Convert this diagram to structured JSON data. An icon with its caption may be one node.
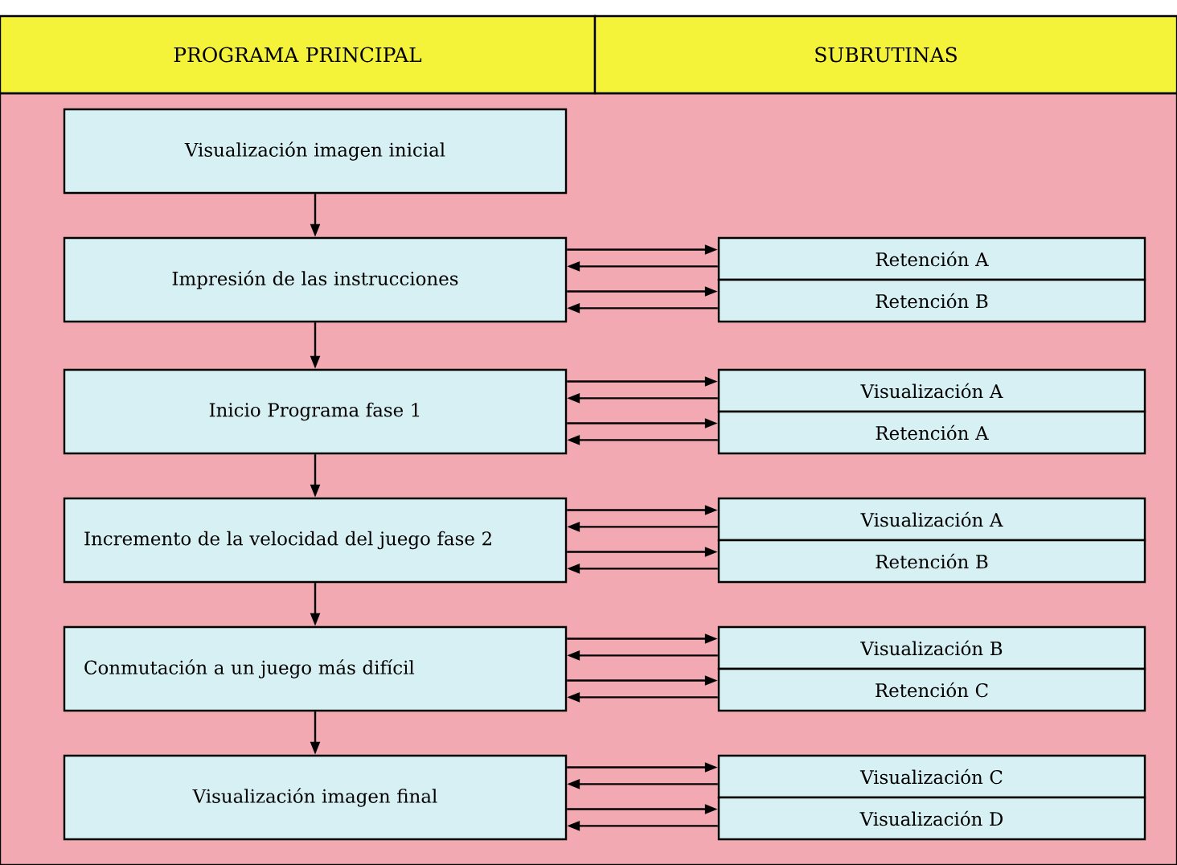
{
  "diagram": {
    "nodes": [
      {
        "text": [
          "PROGRAMA PRINCIPAL"
        ]
      },
      {
        "text": [
          "SUBRUTINAS"
        ]
      },
      {
        "text": [
          "Visualización imagen inicial"
        ]
      },
      {
        "text": [
          "Impresión de las instrucciones"
        ]
      },
      {
        "text": [
          "Inicio Programa fase 1"
        ]
      },
      {
        "text": [
          "Incremento de la velocidad del juego fase 2"
        ]
      },
      {
        "text": [
          "Conmutación a un juego más difícil"
        ]
      },
      {
        "text": [
          "Visualización imagen final"
        ]
      },
      {
        "text": [
          "Retención A"
        ]
      },
      {
        "text": [
          "Retención B"
        ]
      },
      {
        "text": [
          "Visualización A"
        ]
      },
      {
        "text": [
          "Retención A"
        ]
      },
      {
        "text": [
          "Visualización A"
        ]
      },
      {
        "text": [
          "Retención B"
        ]
      },
      {
        "text": [
          "Visualización B"
        ]
      },
      {
        "text": [
          "Retención C"
        ]
      },
      {
        "text": [
          "Visualización C"
        ]
      },
      {
        "text": [
          "Visualización D"
        ]
      }
    ],
    "edges": [
      {
        "from": 2,
        "to": 3,
        "arrow": "to"
      },
      {
        "from": 3,
        "to": 4,
        "arrow": "to"
      },
      {
        "from": 4,
        "to": 5,
        "arrow": "to"
      },
      {
        "from": 5,
        "to": 6,
        "arrow": "to"
      },
      {
        "from": 6,
        "to": 7,
        "arrow": "to"
      },
      {
        "from": 3,
        "to": 8,
        "arrow": "to"
      },
      {
        "from": 8,
        "to": 3,
        "arrow": "to"
      },
      {
        "from": 3,
        "to": 9,
        "arrow": "to"
      },
      {
        "from": 9,
        "to": 3,
        "arrow": "to"
      },
      {
        "from": 4,
        "to": 10,
        "arrow": "to"
      },
      {
        "from": 10,
        "to": 4,
        "arrow": "to"
      },
      {
        "from": 4,
        "to": 11,
        "arrow": "to"
      },
      {
        "from": 11,
        "to": 4,
        "arrow": "to"
      },
      {
        "from": 5,
        "to": 12,
        "arrow": "to"
      },
      {
        "from": 12,
        "to": 5,
        "arrow": "to"
      },
      {
        "from": 5,
        "to": 13,
        "arrow": "to"
      },
      {
        "from": 13,
        "to": 5,
        "arrow": "to"
      },
      {
        "from": 6,
        "to": 14,
        "arrow": "to"
      },
      {
        "from": 14,
        "to": 6,
        "arrow": "to"
      },
      {
        "from": 6,
        "to": 15,
        "arrow": "to"
      },
      {
        "from": 15,
        "to": 6,
        "arrow": "to"
      },
      {
        "from": 7,
        "to": 16,
        "arrow": "to"
      },
      {
        "from": 16,
        "to": 7,
        "arrow": "to"
      },
      {
        "from": 7,
        "to": 17,
        "arrow": "to"
      },
      {
        "from": 17,
        "to": 7,
        "arrow": "to"
      }
    ]
  }
}
